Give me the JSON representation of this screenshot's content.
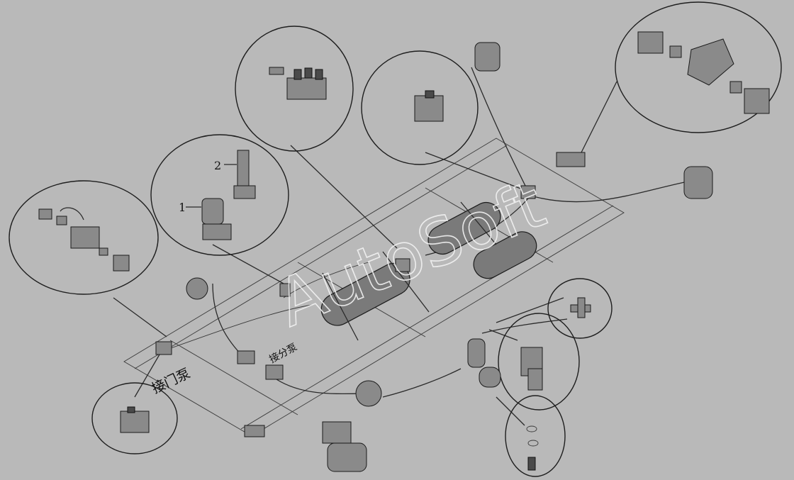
{
  "watermark": "AutoSoft",
  "callouts": {
    "number_1": "1",
    "number_2": "2"
  },
  "labels": {
    "door_pump": "接门泵",
    "branch_pump": "接分泵"
  },
  "colors": {
    "background": "#b9b9b9",
    "line": "#2a2a2a",
    "part_fill": "#8a8a8a",
    "watermark_stroke": "#f2f2f2"
  }
}
